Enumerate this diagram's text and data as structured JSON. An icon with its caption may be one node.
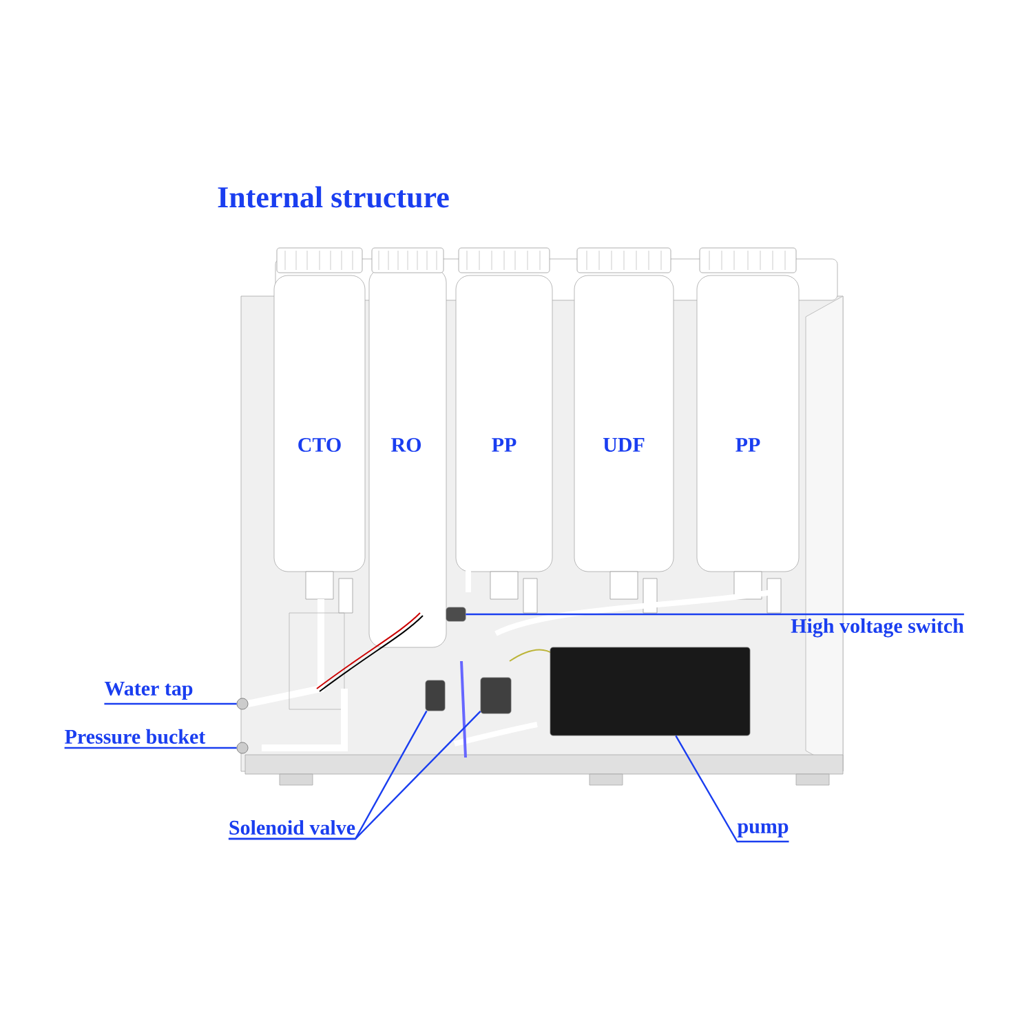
{
  "diagram": {
    "title": "Internal structure",
    "nodes": [
      {
        "text": [
          "Water tap"
        ]
      },
      {
        "text": [],
        "shape": "circle"
      },
      {
        "text": [
          "Pressure bucket"
        ]
      },
      {
        "text": [],
        "shape": "circle"
      },
      {
        "text": [
          "Solenoid valve"
        ]
      },
      {
        "text": [],
        "shape": "box"
      },
      {
        "text": [],
        "shape": "box"
      },
      {
        "text": [
          "High voltage switch"
        ]
      },
      {
        "text": [],
        "shape": "box"
      },
      {
        "text": [
          "pump"
        ]
      },
      {
        "text": [],
        "shape": "box"
      }
    ],
    "edges": [
      {
        "from": 0,
        "to": 1,
        "arrow": "none"
      },
      {
        "from": 2,
        "to": 3,
        "arrow": "none"
      },
      {
        "from": 4,
        "to": 5,
        "arrow": "none"
      },
      {
        "from": 4,
        "to": 6,
        "arrow": "none"
      },
      {
        "from": 7,
        "to": 8,
        "arrow": "none"
      },
      {
        "from": 9,
        "to": 10,
        "arrow": "none"
      }
    ],
    "labels": [
      "CTO",
      "RO",
      "PP",
      "UDF",
      "PP"
    ]
  }
}
